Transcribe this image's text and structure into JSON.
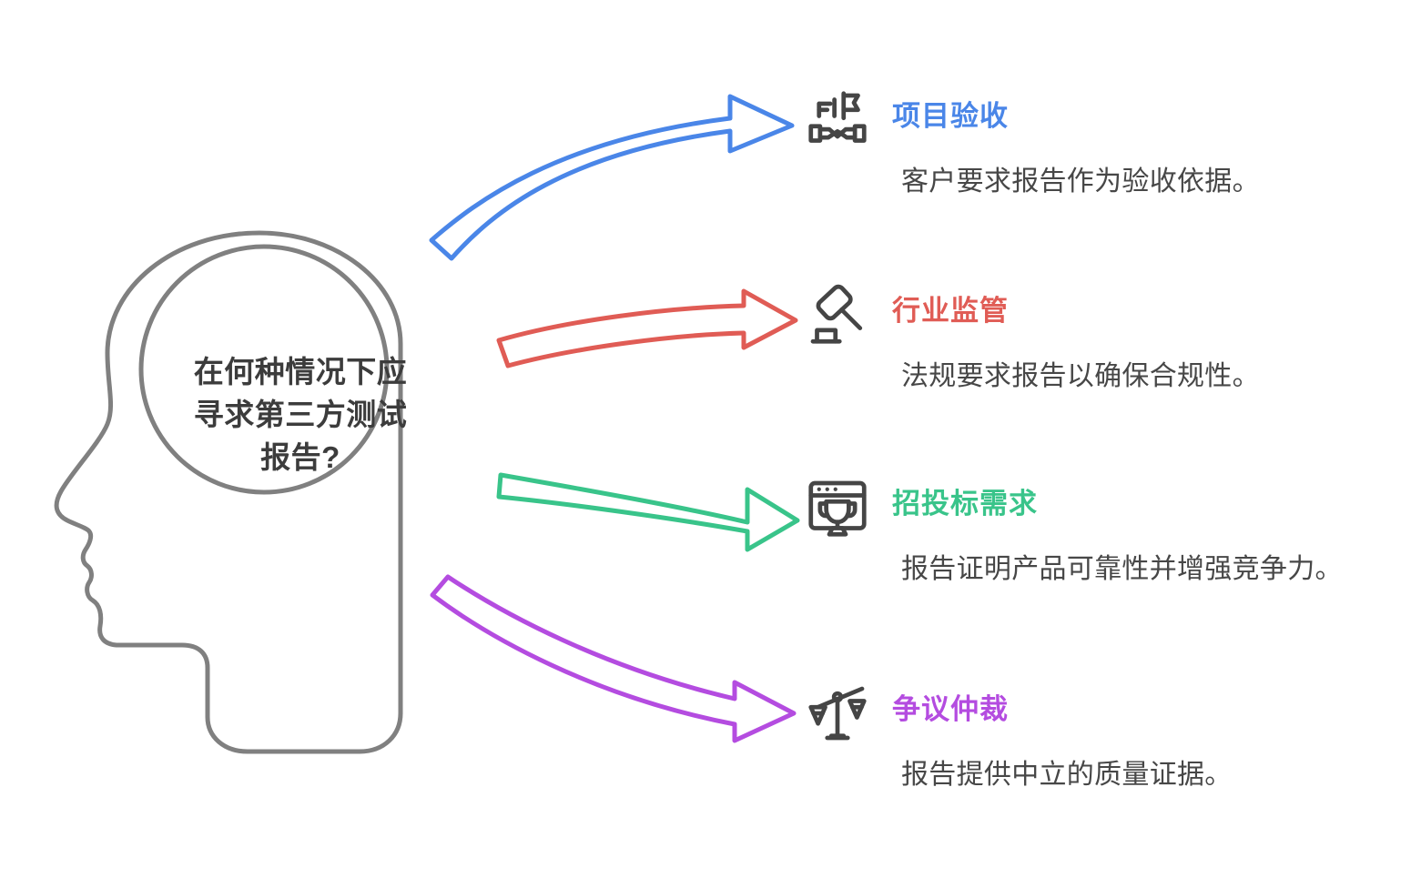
{
  "center": {
    "question": "在何种情况下应\n寻求第三方测试\n报告?",
    "outline_color": "#808080",
    "text_color": "#3c3c3c"
  },
  "items": [
    {
      "title": "项目验收",
      "description": "客户要求报告作为验收依据。",
      "color": "#4a86e8",
      "icon": "handshake-flag-icon",
      "arrow": "curved-arrow-up-right"
    },
    {
      "title": "行业监管",
      "description": "法规要求报告以确保合规性。",
      "color": "#e05c55",
      "icon": "gavel-icon",
      "arrow": "curved-arrow-right"
    },
    {
      "title": "招投标需求",
      "description": "报告证明产品可靠性并增强竞争力。",
      "color": "#39c48a",
      "icon": "browser-trophy-icon",
      "arrow": "curved-arrow-right-down"
    },
    {
      "title": "争议仲裁",
      "description": "报告提供中立的质量证据。",
      "color": "#b44ce0",
      "icon": "balance-scale-icon",
      "arrow": "curved-arrow-down-right"
    }
  ],
  "icon_color": "#454545",
  "background": "#ffffff"
}
